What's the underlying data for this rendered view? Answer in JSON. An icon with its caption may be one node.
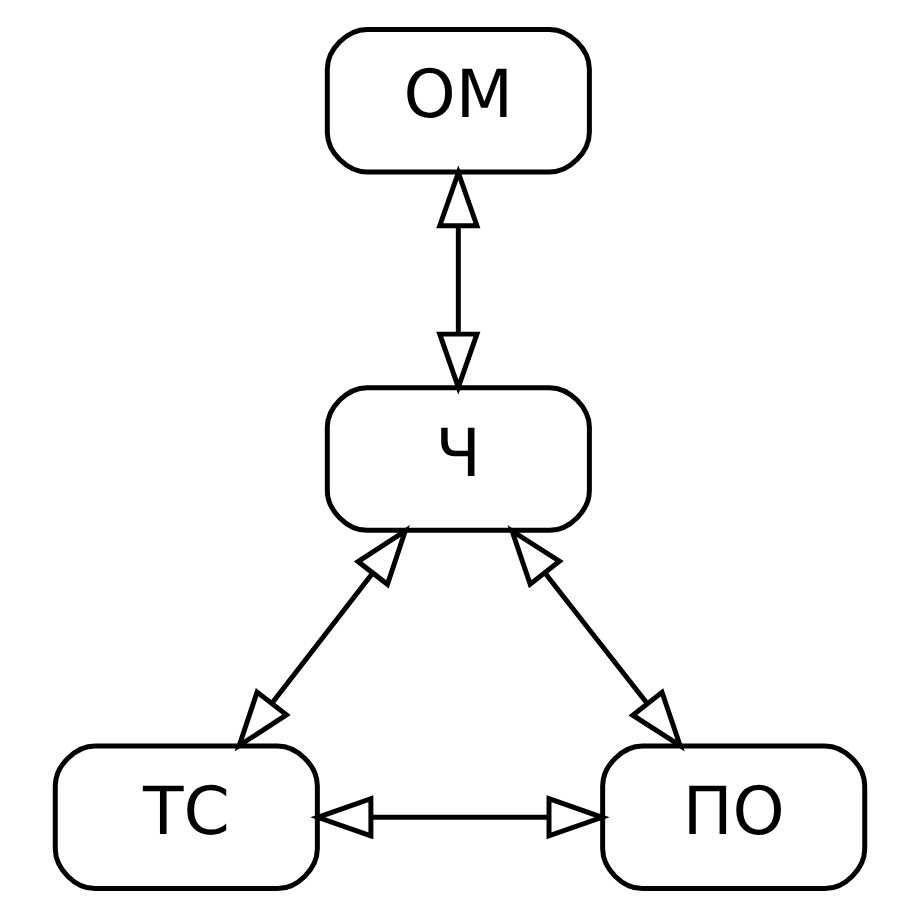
{
  "diagram": {
    "nodes": [
      {
        "text": [
          "ОМ"
        ]
      },
      {
        "text": [
          "Ч"
        ]
      },
      {
        "text": [
          "ТС"
        ]
      },
      {
        "text": [
          "ПО"
        ]
      }
    ],
    "edges": [
      {
        "from": 0,
        "to": 1,
        "arrow": "both"
      },
      {
        "from": 1,
        "to": 2,
        "arrow": "both"
      },
      {
        "from": 1,
        "to": 3,
        "arrow": "both"
      },
      {
        "from": 2,
        "to": 3,
        "arrow": "both"
      }
    ]
  }
}
